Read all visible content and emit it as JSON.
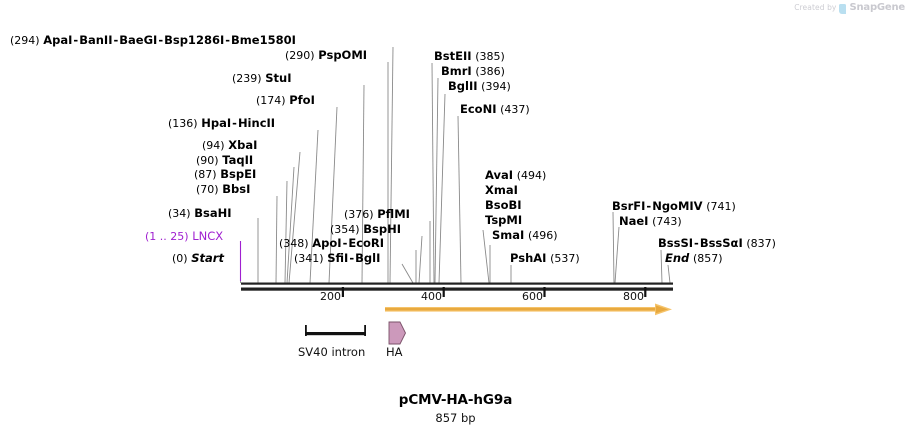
{
  "watermark": {
    "created_by": "Created by",
    "brand": "SnapGene",
    "logo_icon": "snapgene-leaf-icon"
  },
  "plasmid": {
    "title": "pCMV-HA-hG9a",
    "size": "857 bp",
    "length_bp": 857
  },
  "ruler": {
    "ticks": [
      {
        "label": "200",
        "value": 200
      },
      {
        "label": "400",
        "value": 400
      },
      {
        "label": "600",
        "value": 600
      },
      {
        "label": "800",
        "value": 800
      }
    ],
    "axis_start": 0,
    "axis_end": 857
  },
  "features": [
    {
      "name": "SV40 intron",
      "type": "misc",
      "shape": "bar",
      "start": 136,
      "end": 240,
      "color": "#000000"
    },
    {
      "name": "HA",
      "type": "tag",
      "shape": "arrow-right",
      "start": 341,
      "end": 368,
      "color": "#cc99bb"
    },
    {
      "name": "",
      "type": "ORF",
      "shape": "arrow-right",
      "start": 344,
      "end": 857,
      "color": "#f5c36a"
    }
  ],
  "annotations": [
    {
      "id": "apa-cluster",
      "pos_label": "(294)",
      "enzymes": [
        "ApaI",
        "BanII",
        "BaeGI",
        "Bsp1286I",
        "Bme1580I"
      ],
      "pos_first": true,
      "site": 294,
      "style": "black"
    },
    {
      "id": "pspomi",
      "pos_label": "(290)",
      "enzymes": [
        "PspOMI"
      ],
      "pos_first": true,
      "site": 290,
      "style": "black"
    },
    {
      "id": "stui",
      "pos_label": "(239)",
      "enzymes": [
        "StuI"
      ],
      "pos_first": true,
      "site": 239,
      "style": "black"
    },
    {
      "id": "pfoi",
      "pos_label": "(174)",
      "enzymes": [
        "PfoI"
      ],
      "pos_first": true,
      "site": 174,
      "style": "black"
    },
    {
      "id": "hpai-hincii",
      "pos_label": "(136)",
      "enzymes": [
        "HpaI",
        "HincII"
      ],
      "pos_first": true,
      "site": 136,
      "style": "black"
    },
    {
      "id": "xbai",
      "pos_label": "(94)",
      "enzymes": [
        "XbaI"
      ],
      "pos_first": true,
      "site": 94,
      "style": "black"
    },
    {
      "id": "taqii",
      "pos_label": "(90)",
      "enzymes": [
        "TaqII"
      ],
      "pos_first": true,
      "site": 90,
      "style": "black"
    },
    {
      "id": "bspei",
      "pos_label": "(87)",
      "enzymes": [
        "BspEI"
      ],
      "pos_first": true,
      "site": 87,
      "style": "black"
    },
    {
      "id": "bbsi",
      "pos_label": "(70)",
      "enzymes": [
        "BbsI"
      ],
      "pos_first": true,
      "site": 70,
      "style": "black"
    },
    {
      "id": "bsahi",
      "pos_label": "(34)",
      "enzymes": [
        "BsaHI"
      ],
      "pos_first": true,
      "site": 34,
      "style": "black"
    },
    {
      "id": "lncx",
      "pos_label": "(1 .. 25)",
      "enzymes": [
        "LNCX"
      ],
      "pos_first": true,
      "site": 13,
      "style": "purple"
    },
    {
      "id": "start",
      "pos_label": "(0)",
      "enzymes": [
        "Start"
      ],
      "pos_first": true,
      "site": 0,
      "style": "italic"
    },
    {
      "id": "apoi-ecori",
      "pos_label": "(348)",
      "enzymes": [
        "ApoI",
        "EcoRI"
      ],
      "pos_first": true,
      "site": 348,
      "style": "black"
    },
    {
      "id": "sfii-bgli",
      "pos_label": "(341)",
      "enzymes": [
        "SfiI",
        "BglI"
      ],
      "pos_first": true,
      "site": 341,
      "style": "black"
    },
    {
      "id": "bsphi",
      "pos_label": "(354)",
      "enzymes": [
        "BspHI"
      ],
      "pos_first": true,
      "site": 354,
      "style": "black"
    },
    {
      "id": "pflmi",
      "pos_label": "(376)",
      "enzymes": [
        "PflMI"
      ],
      "pos_first": true,
      "site": 376,
      "style": "black"
    },
    {
      "id": "bstEII",
      "pos_label": "(385)",
      "enzymes": [
        "BstEII"
      ],
      "pos_first": false,
      "site": 385,
      "style": "black"
    },
    {
      "id": "bmri",
      "pos_label": "(386)",
      "enzymes": [
        "BmrI"
      ],
      "pos_first": false,
      "site": 386,
      "style": "black"
    },
    {
      "id": "bglii",
      "pos_label": "(394)",
      "enzymes": [
        "BglII"
      ],
      "pos_first": false,
      "site": 394,
      "style": "black"
    },
    {
      "id": "econi",
      "pos_label": "(437)",
      "enzymes": [
        "EcoNI"
      ],
      "pos_first": false,
      "site": 437,
      "style": "black"
    },
    {
      "id": "avai",
      "pos_label": "(494)",
      "enzymes": [
        "AvaI"
      ],
      "pos_first": false,
      "site": 494,
      "style": "black"
    },
    {
      "id": "xmai",
      "pos_label": "",
      "enzymes": [
        "XmaI"
      ],
      "pos_first": false,
      "site": 494,
      "style": "black"
    },
    {
      "id": "bsobi",
      "pos_label": "",
      "enzymes": [
        "BsoBI"
      ],
      "pos_first": false,
      "site": 494,
      "style": "black"
    },
    {
      "id": "tspmi",
      "pos_label": "",
      "enzymes": [
        "TspMI"
      ],
      "pos_first": false,
      "site": 494,
      "style": "black"
    },
    {
      "id": "smai",
      "pos_label": "(496)",
      "enzymes": [
        "SmaI"
      ],
      "pos_first": false,
      "site": 496,
      "style": "black"
    },
    {
      "id": "pshai",
      "pos_label": "(537)",
      "enzymes": [
        "PshAI"
      ],
      "pos_first": false,
      "site": 537,
      "style": "black"
    },
    {
      "id": "bsrfi-ngomiv",
      "pos_label": "(741)",
      "enzymes": [
        "BsrFI",
        "NgoMIV"
      ],
      "pos_first": false,
      "site": 741,
      "style": "black"
    },
    {
      "id": "naei",
      "pos_label": "(743)",
      "enzymes": [
        "NaeI"
      ],
      "pos_first": false,
      "site": 743,
      "style": "black"
    },
    {
      "id": "bsssi",
      "pos_label": "(837)",
      "enzymes": [
        "BssSI",
        "BssSαI"
      ],
      "pos_first": false,
      "site": 837,
      "style": "black"
    },
    {
      "id": "end",
      "pos_label": "(857)",
      "enzymes": [
        "End"
      ],
      "pos_first": false,
      "site": 857,
      "style": "italic"
    }
  ],
  "colors": {
    "backbone": "#222222",
    "orf_arrow": "#f5c36a",
    "ha_tag": "#cc99bb",
    "lncx_purple": "#a020d0",
    "leader_line": "#888888",
    "tick": "#111111"
  }
}
